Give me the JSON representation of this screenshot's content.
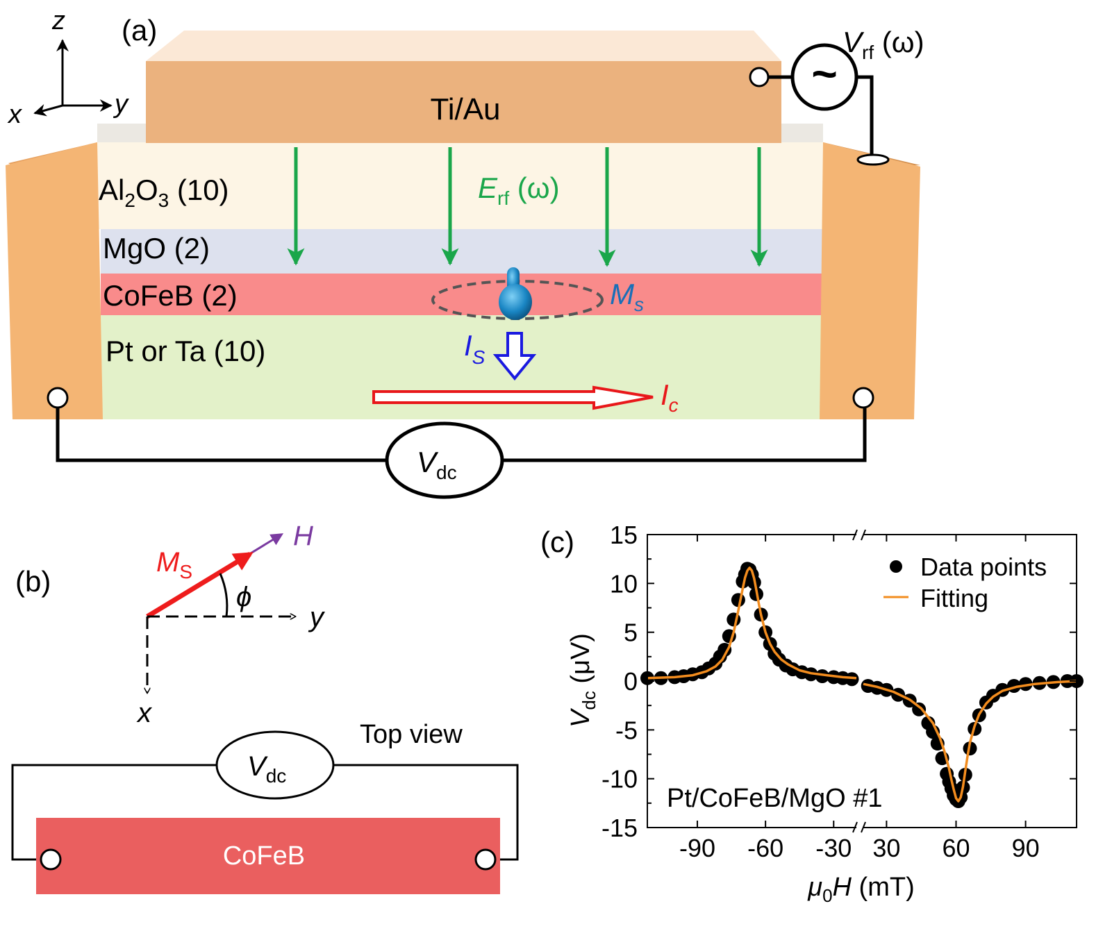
{
  "panel_a": {
    "label": "(a)",
    "axes": {
      "z": "z",
      "x": "x",
      "y": "y"
    },
    "electrode": "Ti/Au",
    "vrf": {
      "main": "V",
      "sub": "rf",
      "suffix": " (ω)"
    },
    "erf": {
      "main": "E",
      "sub": "rf",
      "suffix": " (ω)"
    },
    "layers": {
      "al2o3": {
        "a": "Al",
        "s1": "2",
        "b": "O",
        "s2": "3",
        "c": " (10)"
      },
      "mgo": "MgO (2)",
      "cofeb": "CoFeB (2)",
      "ptta": "Pt or Ta (10)"
    },
    "ms": {
      "main": "M",
      "sub": "s"
    },
    "is": {
      "main": "I",
      "sub": "S"
    },
    "ic": {
      "main": "I",
      "sub": "c"
    },
    "vdc": {
      "main": "V",
      "sub": "dc"
    },
    "colors": {
      "electrode": "#ebb27e",
      "side_pads": "#f4b574",
      "al2o3": "#fdf5e5",
      "mgo": "#dde1ee",
      "cofeb": "#f98b8b",
      "ptta": "#e3f1c9",
      "erf_arrows": "#1aa64a",
      "magnet": "#1a86c4",
      "ic_arrow": "#e8171a",
      "is_arrow": "#1a1ae0"
    }
  },
  "panel_b": {
    "label": "(b)",
    "h": "H",
    "ms": {
      "main": "M",
      "sub": "S"
    },
    "phi": "ϕ",
    "y": "y",
    "x": "x",
    "top_view": "Top view",
    "vdc": {
      "main": "V",
      "sub": "dc"
    },
    "strip": "CoFeB",
    "colors": {
      "ms_arrow": "#ee1c1c",
      "h_arrow": "#7a3aa0",
      "strip": "#ea5f5f"
    }
  },
  "panel_c": {
    "label": "(c)",
    "sample_label": "Pt/CoFeB/MgO #1"
  },
  "chart_data": {
    "type": "scatter",
    "title": "",
    "xlabel": "μ0H (mT)",
    "ylabel": "Vdc (μV)",
    "ylim": [
      -15,
      15
    ],
    "y_ticks": [
      "15",
      "10",
      "5",
      "0",
      "-5",
      "-10",
      "-15"
    ],
    "broken_x_axis": true,
    "x_ranges": [
      [
        -112,
        -20
      ],
      [
        20,
        112
      ]
    ],
    "x_ticks": [
      "-90",
      "-60",
      "-30",
      "30",
      "60",
      "90"
    ],
    "legend_position": "top-right",
    "grid": false,
    "series": [
      {
        "name": "Data points",
        "style": "markers",
        "color": "#000000",
        "x": [
          -112,
          -106,
          -100,
          -96,
          -92,
          -88,
          -85,
          -82,
          -80,
          -78,
          -76,
          -74,
          -72,
          -70,
          -69,
          -68,
          -67,
          -66,
          -65,
          -64,
          -62,
          -60,
          -58,
          -56,
          -54,
          -51,
          -48,
          -44,
          -40,
          -35,
          -30,
          -26,
          -22,
          22,
          26,
          30,
          35,
          40,
          44,
          48,
          50,
          52,
          54,
          56,
          57,
          58,
          59,
          60,
          61,
          62,
          63,
          64,
          66,
          68,
          70,
          73,
          76,
          80,
          85,
          90,
          96,
          102,
          108,
          112
        ],
        "y": [
          0.3,
          0.3,
          0.4,
          0.5,
          0.7,
          0.9,
          1.3,
          1.8,
          2.5,
          3.2,
          4.6,
          6.3,
          8.3,
          10.2,
          10.9,
          11.5,
          11.4,
          10.9,
          10.1,
          8.9,
          6.8,
          5.0,
          3.8,
          2.8,
          2.2,
          1.6,
          1.2,
          0.9,
          0.7,
          0.5,
          0.4,
          0.3,
          0.2,
          -0.5,
          -0.7,
          -0.9,
          -1.4,
          -2.0,
          -2.9,
          -4.3,
          -5.2,
          -6.4,
          -7.9,
          -9.5,
          -10.3,
          -11.0,
          -11.7,
          -12.1,
          -12.3,
          -11.9,
          -10.9,
          -9.6,
          -6.9,
          -4.9,
          -3.5,
          -2.2,
          -1.5,
          -0.9,
          -0.5,
          -0.3,
          -0.2,
          -0.1,
          0.0,
          0.0
        ]
      },
      {
        "name": "Fitting",
        "style": "line",
        "color": "#f28c1e",
        "x": [
          -112,
          -100,
          -92,
          -86,
          -82,
          -79,
          -76,
          -74,
          -72,
          -70,
          -69,
          -68,
          -67,
          -66,
          -65,
          -64,
          -63,
          -62,
          -60,
          -58,
          -56,
          -53,
          -50,
          -45,
          -40,
          -33,
          -26,
          -20,
          20,
          26,
          33,
          40,
          45,
          50,
          53,
          55,
          57,
          58,
          59,
          60,
          61,
          62,
          63,
          64,
          65,
          66,
          68,
          70,
          73,
          76,
          80,
          86,
          94,
          104,
          112
        ],
        "y": [
          0.3,
          0.4,
          0.6,
          1.0,
          1.5,
          2.2,
          3.5,
          5.0,
          7.2,
          9.5,
          10.6,
          11.3,
          11.6,
          11.3,
          10.5,
          9.3,
          8.0,
          6.8,
          5.0,
          3.8,
          3.0,
          2.2,
          1.7,
          1.1,
          0.8,
          0.6,
          0.4,
          0.3,
          -0.3,
          -0.6,
          -1.1,
          -1.9,
          -2.8,
          -4.3,
          -5.8,
          -7.2,
          -9.0,
          -10.1,
          -11.1,
          -12.0,
          -12.3,
          -11.9,
          -10.8,
          -9.2,
          -7.6,
          -6.3,
          -4.6,
          -3.4,
          -2.3,
          -1.6,
          -1.0,
          -0.6,
          -0.3,
          -0.1,
          0.0
        ]
      }
    ]
  }
}
